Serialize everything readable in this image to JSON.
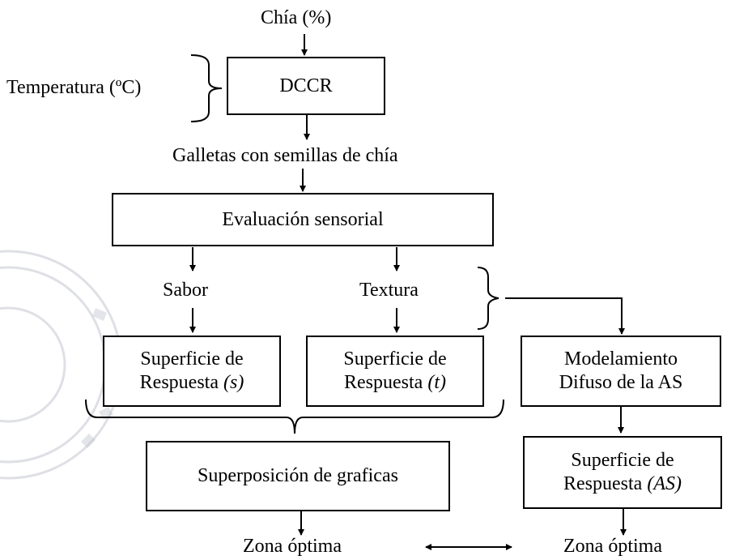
{
  "inputs": {
    "chia": "Chía (%)",
    "temperatura": "Temperatura (ºC)"
  },
  "boxes": {
    "dccr": "DCCR",
    "evaluacion": "Evaluación sensorial",
    "sup_s": {
      "line1": "Superficie de",
      "line2_prefix": "Respuesta ",
      "line2_var": "(s)"
    },
    "sup_t": {
      "line1": "Superficie de",
      "line2_prefix": "Respuesta ",
      "line2_var": "(t)"
    },
    "modelamiento": {
      "line1": "Modelamiento",
      "line2": "Difuso de la AS"
    },
    "superposicion": "Superposición de graficas",
    "sup_as": {
      "line1": "Superficie de",
      "line2_prefix": "Respuesta ",
      "line2_var": "(AS)"
    }
  },
  "labels": {
    "galletas": "Galletas con semillas de chía",
    "sabor": "Sabor",
    "textura": "Textura",
    "zona_left": "Zona óptima",
    "zona_right": "Zona óptima"
  },
  "colors": {
    "ink": "#000000",
    "watermark": "#b8bcc8"
  }
}
